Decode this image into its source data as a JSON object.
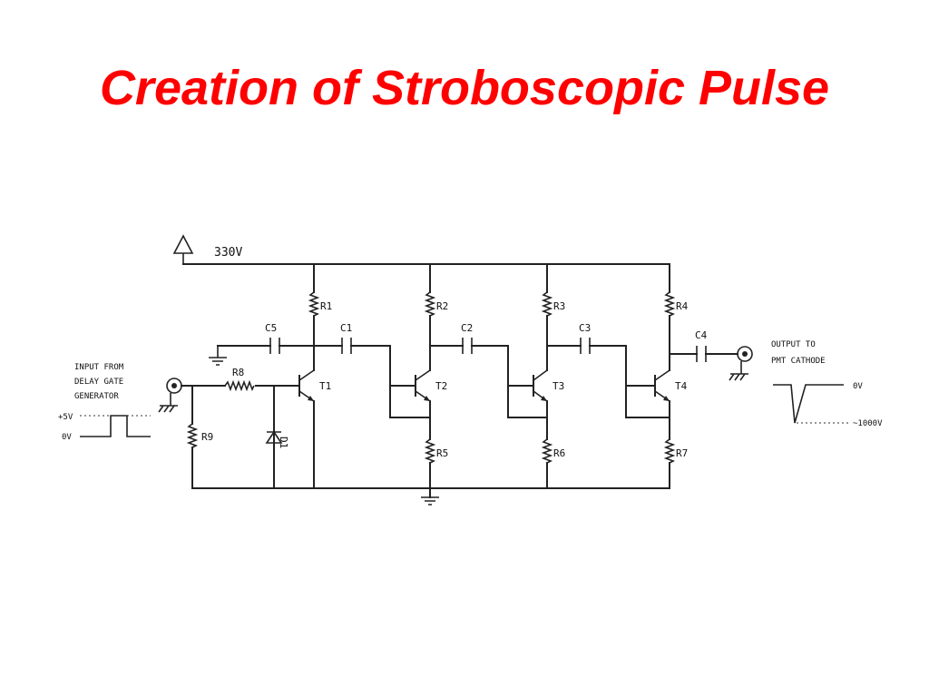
{
  "slide": {
    "title": "Creation of Stroboscopic Pulse",
    "title_color": "#ff0000"
  },
  "circuit": {
    "supply_label": "330V",
    "input_label": [
      "INPUT FROM",
      "DELAY GATE",
      "GENERATOR"
    ],
    "input_high_level": "+5V",
    "input_low_level": "0V",
    "output_label": [
      "OUTPUT TO",
      "PMT CATHODE"
    ],
    "output_zero_level": "0V",
    "output_pulse_level": "~1000V",
    "resistors": [
      "R1",
      "R2",
      "R3",
      "R4",
      "R5",
      "R6",
      "R7",
      "R8",
      "R9"
    ],
    "capacitors": [
      "C1",
      "C2",
      "C3",
      "C4",
      "C5"
    ],
    "transistors": [
      "T1",
      "T2",
      "T3",
      "T4"
    ],
    "diodes": [
      "D1"
    ]
  }
}
